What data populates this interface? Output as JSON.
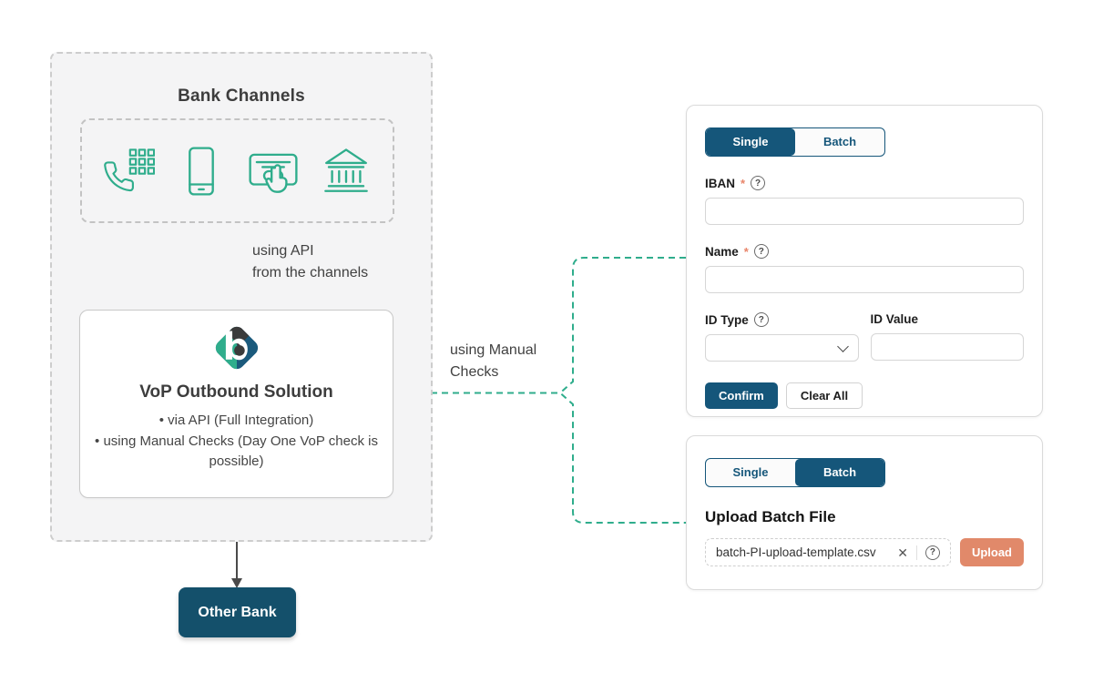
{
  "colors": {
    "teal_green": "#2FAD8C",
    "navy": "#15567A",
    "other_bank_navy": "#14506B",
    "salmon": "#E1896A",
    "asterisk": "#E8856A",
    "box_bg": "#f4f4f5"
  },
  "flow": {
    "bank_channels_title": "Bank Channels",
    "channel_icons": [
      "phone-keypad-icon",
      "smartphone-icon",
      "card-tap-icon",
      "bank-building-icon"
    ],
    "api_arrow_label_line1": "using API",
    "api_arrow_label_line2": "from the channels",
    "logo_letter": "b",
    "vop_title": "VoP Outbound Solution",
    "vop_bullets": [
      "via API (Full Integration)",
      "using Manual Checks (Day One VoP check is possible)"
    ],
    "manual_label_line1": "using Manual",
    "manual_label_line2": "Checks",
    "other_bank": "Other Bank"
  },
  "single_form": {
    "tabs": [
      {
        "label": "Single"
      },
      {
        "label": "Batch"
      }
    ],
    "active_tab": "Single",
    "iban_label": "IBAN",
    "name_label": "Name",
    "required_marker": "*",
    "help_glyph": "?",
    "iban_value": "",
    "name_value": "",
    "id_type_label": "ID Type",
    "id_type_value": "",
    "id_value_label": "ID Value",
    "id_value_value": "",
    "confirm_label": "Confirm",
    "clear_label": "Clear All"
  },
  "batch_form": {
    "tabs": [
      {
        "label": "Single"
      },
      {
        "label": "Batch"
      }
    ],
    "active_tab": "Batch",
    "heading": "Upload Batch File",
    "file_name": "batch-PI-upload-template.csv",
    "clear_file_glyph": "✕",
    "help_glyph": "?",
    "upload_label": "Upload"
  }
}
